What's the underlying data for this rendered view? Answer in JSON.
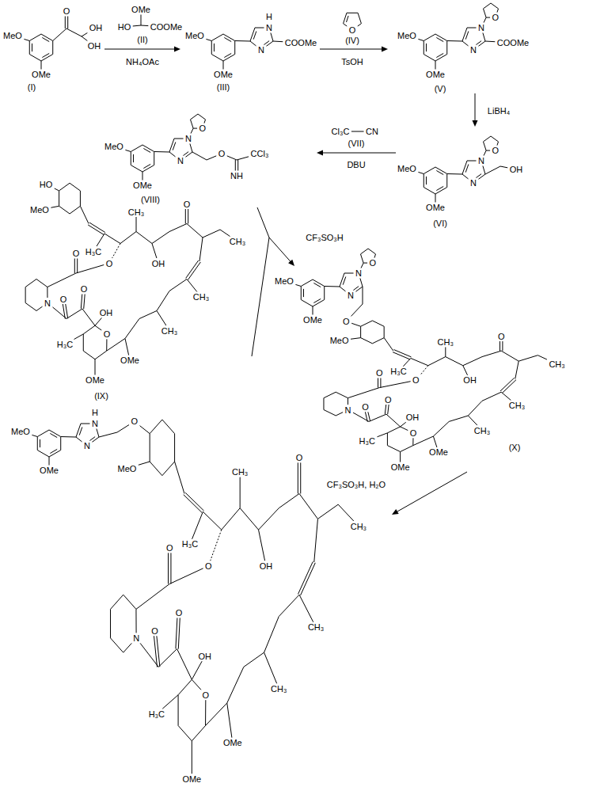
{
  "diagram": {
    "labels": [
      "MeO",
      "OMe",
      "O",
      "OH",
      "OH",
      "(I)",
      "OMe",
      "HO",
      "COOMe",
      "(II)",
      "NH₄OAc",
      "MeO",
      "OMe",
      "H",
      "N",
      "N",
      "COOMe",
      "(III)",
      "O",
      "(IV)",
      "TsOH",
      "MeO",
      "OMe",
      "N",
      "N",
      "O",
      "COOMe",
      "(V)",
      "LiBH₄",
      "MeO",
      "OMe",
      "N",
      "N",
      "O",
      "OH",
      "(VI)",
      "Cl₃C",
      "CN",
      "(VII)",
      "DBU",
      "MeO",
      "OMe",
      "N",
      "N",
      "O",
      "O",
      "NH",
      "CCl₃",
      "(VIII)",
      "CF₃SO₃H",
      "HO",
      "MeO",
      "H₃C",
      "O",
      "CH₃",
      "OH",
      "O",
      "CH₃",
      "CH₃",
      "CH₃",
      "OMe",
      "OMe",
      "O",
      "OH",
      "O",
      "O",
      "N",
      "H₃C",
      "O",
      "(IX)",
      "MeO",
      "OMe",
      "N",
      "N",
      "O",
      "O",
      "MeO",
      "H₃C",
      "O",
      "CH₃",
      "OH",
      "O",
      "CH₃",
      "CH₃",
      "CH₃",
      "OMe",
      "OMe",
      "O",
      "OH",
      "O",
      "O",
      "N",
      "H₃C",
      "O",
      "(X)",
      "CF₃SO₃H, H₂O",
      "MeO",
      "OMe",
      "H",
      "N",
      "N",
      "O",
      "MeO",
      "H₃C",
      "O",
      "CH₃",
      "OH",
      "O",
      "CH₃",
      "CH₃",
      "CH₃",
      "OMe",
      "OMe",
      "O",
      "OH",
      "O",
      "O",
      "N",
      "H₃C",
      "O"
    ]
  }
}
